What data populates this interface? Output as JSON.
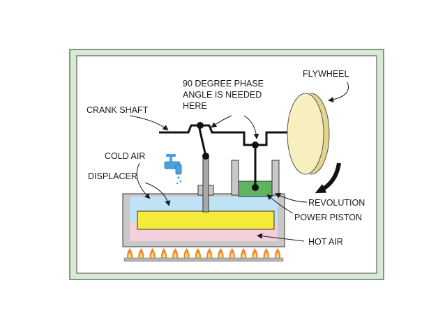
{
  "labels": {
    "phase_line1": "90 DEGREE PHASE",
    "phase_line2": "ANGLE IS NEEDED",
    "phase_line3": "HERE",
    "flywheel": "FLYWHEEL",
    "crank_shaft": "CRANK SHAFT",
    "cold_air": "COLD AIR",
    "displacer": "DISPLACER",
    "revolution": "REVOLUTION",
    "power_piston": "POWER PISTON",
    "hot_air": "HOT AIR"
  },
  "icons": {
    "faucet": "water-faucet-icon",
    "flame": "gas-flame-icon"
  },
  "burner": {
    "flame_count": 14
  },
  "colors": {
    "frame_border": "#5a7a5a",
    "frame_fill": "#d8ead6",
    "panel": "#ffffff",
    "cylinder": "#c8c8c8",
    "cold_air": "#bfe3f5",
    "hot_air": "#f6cfdc",
    "displacer": "#f5ea3a",
    "power_piston": "#5fb45f",
    "flywheel_face": "#f7efbe",
    "flywheel_edge": "#e3d58e",
    "faucet": "#4aa3df",
    "flame_outer": "#f2873a",
    "flame_inner": "#ffe066",
    "burner_bar": "#b4b4b4"
  }
}
